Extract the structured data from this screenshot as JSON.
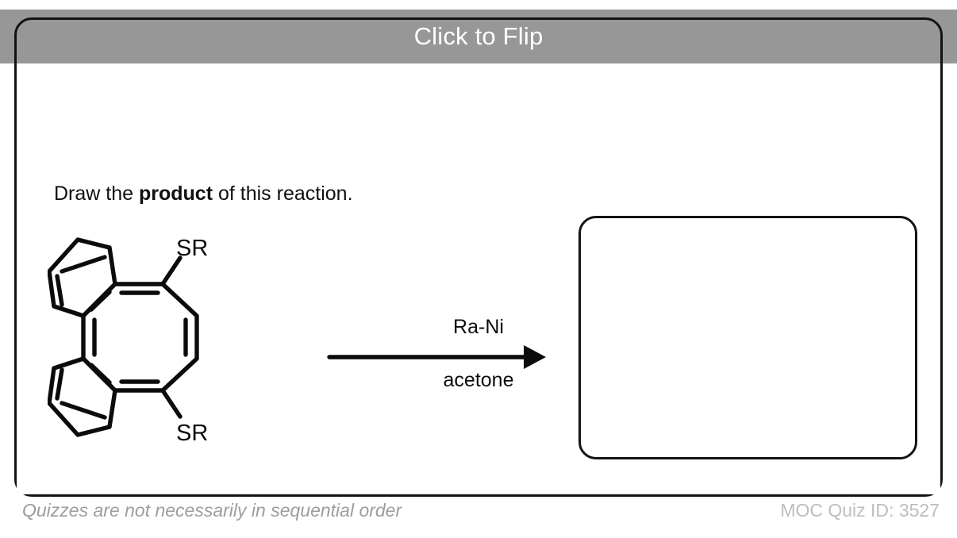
{
  "card": {
    "title": "Click to Flip",
    "header_color": "#979797",
    "border_color": "#121212",
    "background": "#ffffff"
  },
  "prompt": {
    "before": "Draw the ",
    "emphasis": "product",
    "after": " of this reaction."
  },
  "reaction": {
    "reagent_above_arrow": "Ra-Ni",
    "solvent_below_arrow": "acetone",
    "arrow": "right-arrow",
    "substituent_top_label": "SR",
    "substituent_bottom_label": "SR",
    "structure_name": "dibenzo-fused cyclooctatetraene bis(thioether)"
  },
  "answer": {
    "value": "",
    "placeholder": ""
  },
  "footer": {
    "note": "Quizzes are not necessarily in sequential order",
    "quiz_id": "MOC Quiz ID: 3527",
    "note_color": "#9d9d9d",
    "quiz_id_color": "#bdbdbd"
  }
}
